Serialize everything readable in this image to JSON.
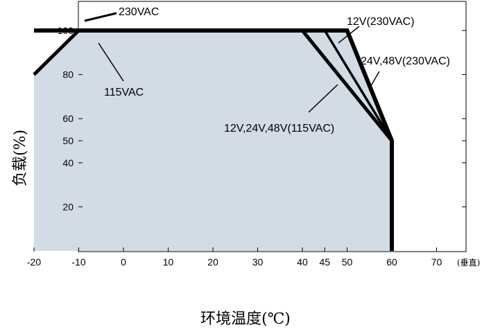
{
  "chart_data": {
    "type": "area",
    "xlabel": "环境温度(℃)",
    "ylabel": "负载(%)",
    "x_note": "(垂直)",
    "xlim": [
      -20,
      75
    ],
    "ylim": [
      0,
      110
    ],
    "x_ticks": [
      -20,
      -10,
      0,
      10,
      20,
      30,
      40,
      45,
      50,
      60,
      70
    ],
    "y_ticks": [
      20,
      40,
      50,
      60,
      80,
      100
    ],
    "grid": false,
    "colors": {
      "fill": "#d3dbe4",
      "line": "#000000"
    },
    "series": [
      {
        "name": "230VAC",
        "x": [
          -20,
          50,
          60,
          60
        ],
        "y": [
          100,
          100,
          50,
          0
        ]
      },
      {
        "name": "115VAC",
        "x": [
          -20,
          -10,
          40,
          60
        ],
        "y": [
          80,
          100,
          100,
          50
        ]
      },
      {
        "name": "12V(230VAC)",
        "x": [
          50,
          60
        ],
        "y": [
          100,
          50
        ]
      },
      {
        "name": "24V,48V(230VAC)",
        "x": [
          45,
          60
        ],
        "y": [
          100,
          50
        ]
      },
      {
        "name": "12V,24V,48V(115VAC)",
        "x": [
          40,
          60
        ],
        "y": [
          100,
          50
        ]
      }
    ],
    "annotations": [
      "230VAC",
      "115VAC",
      "12V(230VAC)",
      "24V,48V(230VAC)",
      "12V,24V,48V(115VAC)"
    ]
  }
}
